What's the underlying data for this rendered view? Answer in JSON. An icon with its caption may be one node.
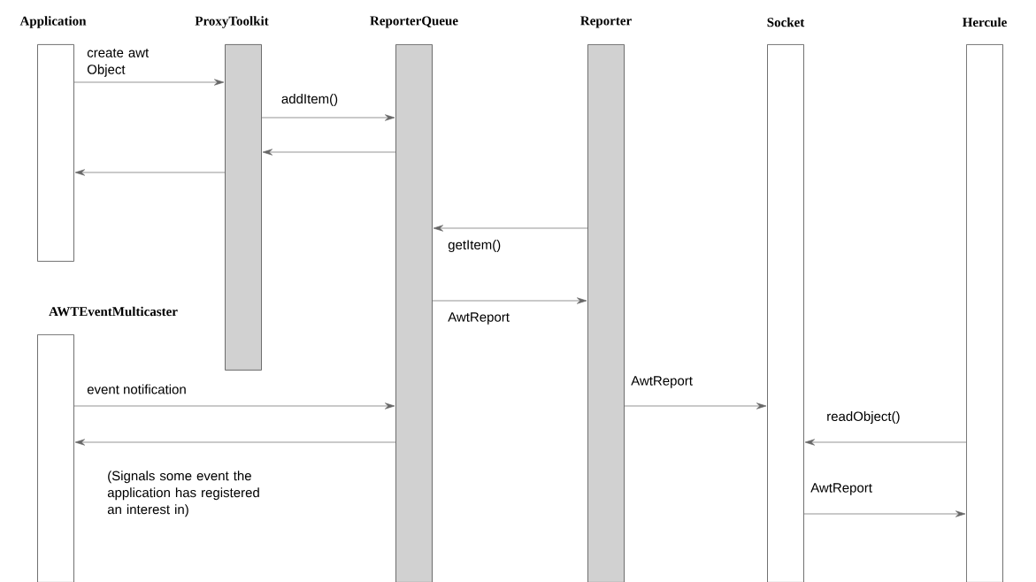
{
  "diagram": {
    "nodes": [
      {
        "text": [
          "Application"
        ]
      },
      {
        "text": [
          "ProxyToolkit"
        ]
      },
      {
        "text": [
          "ReporterQueue"
        ]
      },
      {
        "text": [
          "Reporter"
        ]
      },
      {
        "text": [
          "Socket"
        ]
      },
      {
        "text": [
          "Hercule"
        ]
      },
      {
        "text": [
          "AWTEventMulticaster"
        ]
      }
    ],
    "edges": [
      {
        "from": 0,
        "to": 1,
        "arrow": "to",
        "label": "create awt Object"
      },
      {
        "from": 1,
        "to": 2,
        "arrow": "to",
        "label": "addItem()"
      },
      {
        "from": 2,
        "to": 1,
        "arrow": "to"
      },
      {
        "from": 1,
        "to": 0,
        "arrow": "to"
      },
      {
        "from": 3,
        "to": 2,
        "arrow": "to",
        "label": "getItem()"
      },
      {
        "from": 2,
        "to": 3,
        "arrow": "to",
        "label": "AwtReport"
      },
      {
        "from": 6,
        "to": 2,
        "arrow": "to",
        "label": "event notification"
      },
      {
        "from": 2,
        "to": 6,
        "arrow": "to"
      },
      {
        "from": 3,
        "to": 4,
        "arrow": "to",
        "label": "AwtReport"
      },
      {
        "from": 5,
        "to": 4,
        "arrow": "to",
        "label": "readObject()"
      },
      {
        "from": 4,
        "to": 5,
        "arrow": "to",
        "label": "AwtReport"
      }
    ],
    "labels": [
      "(Signals some event the application has registered an interest in)"
    ]
  }
}
